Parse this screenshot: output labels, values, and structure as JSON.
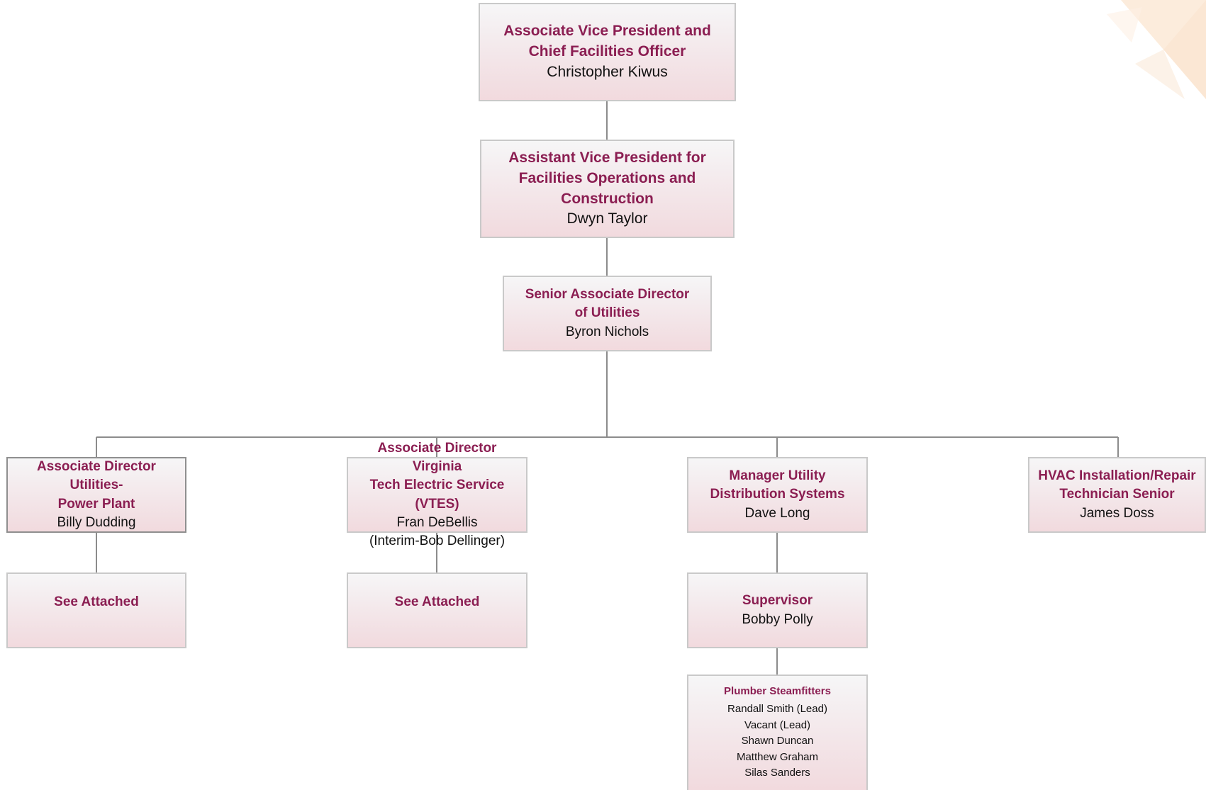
{
  "org_chart": {
    "executive": {
      "title": "Associate Vice President and\nChief Facilities Officer",
      "name": "Christopher Kiwus"
    },
    "assistant_vp": {
      "title": "Assistant Vice President for\nFacilities Operations and\nConstruction",
      "name": "Dwyn Taylor"
    },
    "senior_director": {
      "title": "Senior Associate Director\nof Utilities",
      "name": "Byron Nichols"
    },
    "power_plant": {
      "title": "Associate Director Utilities-\nPower Plant",
      "name": "Billy Dudding"
    },
    "vtes": {
      "title": "Associate Director Virginia\nTech Electric Service (VTES)",
      "name": "Fran DeBellis\n(Interim-Bob Dellinger)"
    },
    "distribution": {
      "title": "Manager Utility\nDistribution Systems",
      "name": "Dave Long"
    },
    "hvac": {
      "title": "HVAC Installation/Repair\nTechnician Senior",
      "name": "James Doss"
    },
    "power_plant_attached": {
      "title": "See Attached"
    },
    "vtes_attached": {
      "title": "See Attached"
    },
    "supervisor": {
      "title": "Supervisor",
      "name": "Bobby Polly"
    },
    "plumbers": {
      "title": "Plumber Steamfitters",
      "members": [
        "Randall Smith (Lead)",
        "Vacant (Lead)",
        "Shawn Duncan",
        "Matthew Graham",
        "Silas Sanders"
      ]
    }
  },
  "colors": {
    "title_text": "#8b1e52",
    "name_text": "#111111",
    "connector": "#8c8c8c",
    "box_border": "#c9c9c9",
    "box_fill_bottom": "#f2dade",
    "corner_decoration": "#f6c9a0"
  }
}
